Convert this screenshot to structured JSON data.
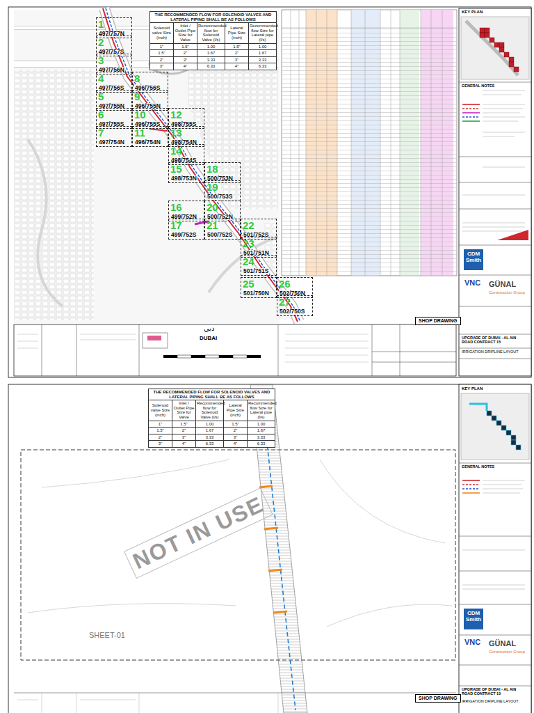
{
  "diagram": {
    "nodes": [
      {
        "text": [
          "1",
          "497/757N"
        ]
      },
      {
        "text": [
          "2",
          "497/757S"
        ]
      },
      {
        "text": [
          "3",
          "497/756N"
        ]
      },
      {
        "text": [
          "4",
          "497/756S"
        ]
      },
      {
        "text": [
          "5",
          "497/755N"
        ]
      },
      {
        "text": [
          "6",
          "497/755S"
        ]
      },
      {
        "text": [
          "7",
          "497/754N"
        ]
      },
      {
        "text": [
          "8",
          "496/756S"
        ]
      },
      {
        "text": [
          "9",
          "496/755N"
        ]
      },
      {
        "text": [
          "10",
          "496/755S"
        ]
      },
      {
        "text": [
          "11",
          "496/754N"
        ]
      },
      {
        "text": [
          "12",
          "498/755S"
        ]
      },
      {
        "text": [
          "13",
          "498/754N"
        ]
      },
      {
        "text": [
          "14",
          "498/754S"
        ]
      },
      {
        "text": [
          "15",
          "498/753N"
        ]
      },
      {
        "text": [
          "16",
          "499/752N"
        ]
      },
      {
        "text": [
          "17",
          "499/752S"
        ]
      },
      {
        "text": [
          "18",
          "500/753N"
        ]
      },
      {
        "text": [
          "19",
          "500/753S"
        ]
      },
      {
        "text": [
          "20",
          "500/752N"
        ]
      },
      {
        "text": [
          "21",
          "500/752S"
        ]
      },
      {
        "text": [
          "22",
          "501/752S"
        ]
      },
      {
        "text": [
          "23",
          "501/751N"
        ]
      },
      {
        "text": [
          "24",
          "501/751S"
        ]
      },
      {
        "text": [
          "25",
          "501/750N"
        ]
      },
      {
        "text": [
          "26",
          "502/750N"
        ]
      },
      {
        "text": [
          "27",
          "502/750S"
        ]
      }
    ],
    "labels": [
      "THE RECOMMENDED FLOW FOR SOLENOID VALVES AND LATERAL PIPING SHALL BE AS FOLLOWS",
      "Solenoid valve Size (inch)",
      "Inlet / Outlet Pipe Size for Valve",
      "Recommended flow for Solenoid Valve (l/s)",
      "Lateral Pipe Size (inch)",
      "Recommended flow Size for Lateral pipe (l/s)",
      "1\"",
      "1.5\"",
      "1.00",
      "1.5\"",
      "1.00",
      "1.5\"",
      "2\"",
      "1.67",
      "2\"",
      "1.67",
      "2\"",
      "3\"",
      "3.33",
      "3\"",
      "3.33",
      "3\"",
      "4\"",
      "6.33",
      "4\"",
      "6.33",
      "THE RECOMMENDED FLOW FOR SOLENOID VALVES AND LATERAL PIPING SHALL BE AS FOLLOWS",
      "Solenoid valve Size (inch)",
      "Inlet / Outlet Pipe Size for Valve",
      "Recommended flow for Solenoid Valve (l/s)",
      "Lateral Pipe Size (inch)",
      "Recommended flow Size for Lateral pipe (l/s)",
      "1\"",
      "1.5\"",
      "1.00",
      "1.5\"",
      "1.00",
      "1.5\"",
      "2\"",
      "1.67",
      "2\"",
      "1.67",
      "2\"",
      "3\"",
      "3.33",
      "3\"",
      "3.33",
      "3\"",
      "4\"",
      "6.33",
      "4\"",
      "6.33",
      "SHOP DRAWING",
      "SHOP DRAWING",
      "دبي",
      "DUBAI",
      "NOT IN USE",
      "SHEET-01",
      "CDM Smith",
      "GÜNAL",
      "Construction Group",
      "CDM Smith",
      "GÜNAL",
      "Construction Group",
      "UPGRADE OF DUBAI - AL AIN ROAD CONTRACT 15",
      "UPGRADE OF DUBAI - AL AIN ROAD CONTRACT 15",
      "IRRIGATION DRIPLINE LAYOUT",
      "IRRIGATION DRIPLINE LAYOUT",
      "KEY PLAN",
      "KEY PLAN",
      "GENERAL NOTES",
      "GENERAL NOTES",
      "VNC",
      "VNC"
    ]
  }
}
